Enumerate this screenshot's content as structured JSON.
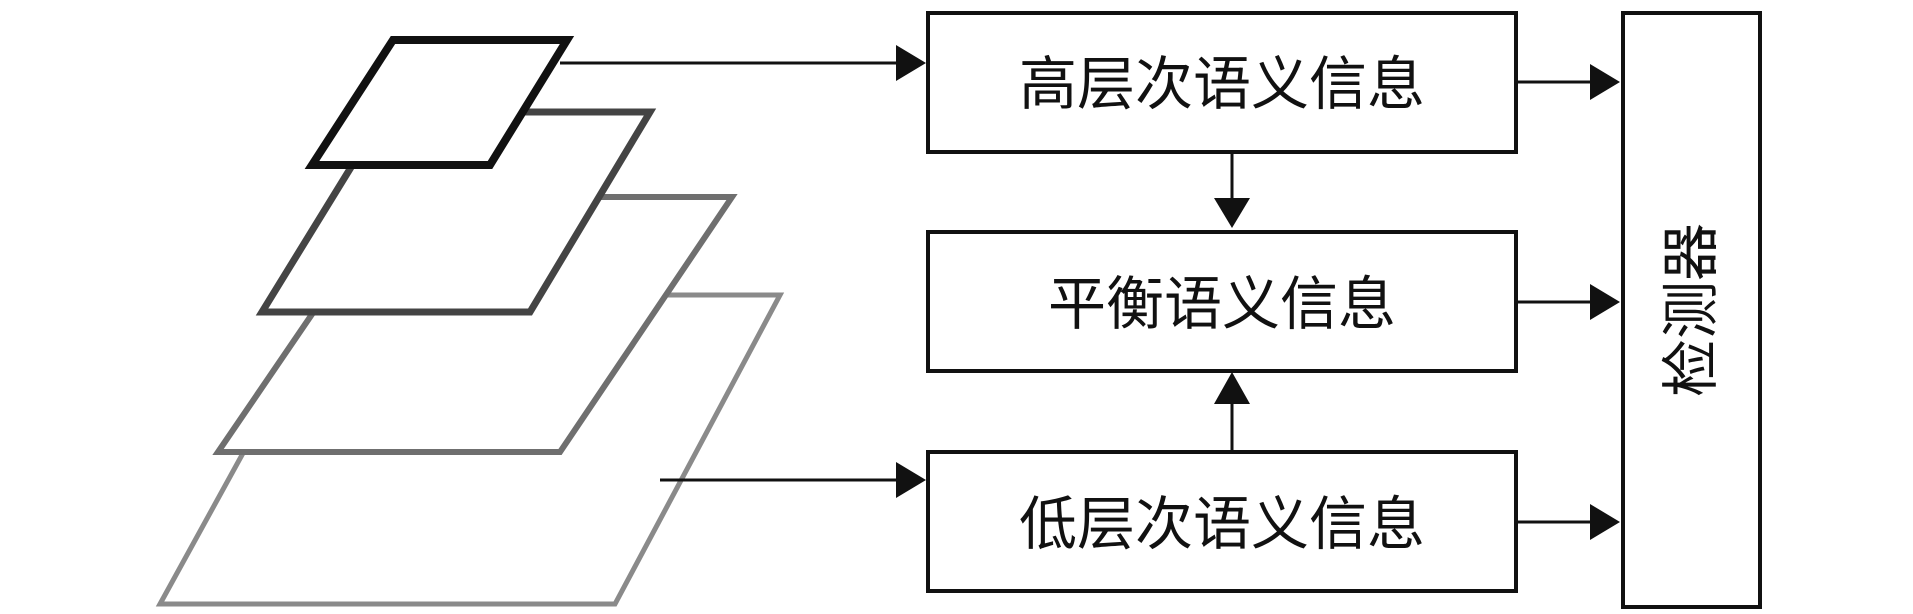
{
  "diagram": {
    "nodes": {
      "high_level": "高层次语义信息",
      "balanced": "平衡语义信息",
      "low_level": "低层次语义信息",
      "detector": "检测器"
    }
  }
}
